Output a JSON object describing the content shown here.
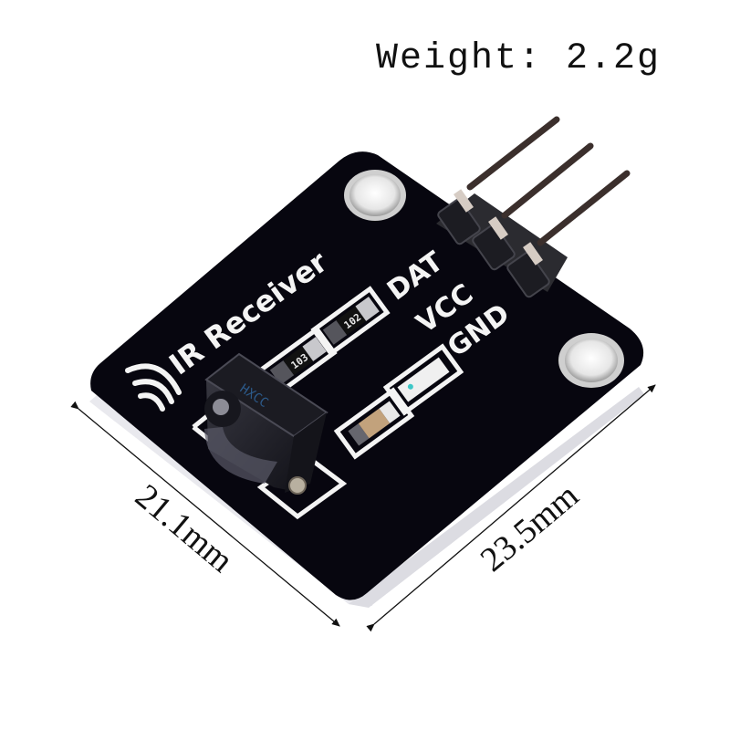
{
  "annotations": {
    "weight": "Weight: 2.2g",
    "width_dim": "21.1mm",
    "length_dim": "23.5mm"
  },
  "board": {
    "title_silk": "IR Receiver",
    "pin_labels": [
      "DAT",
      "VCC",
      "GND"
    ],
    "resistor_codes": [
      "102",
      "103"
    ],
    "pcb_color": "#07060f",
    "silk_color": "#f4f4f4"
  },
  "icons": {
    "signal": "wireless-waves-icon"
  }
}
